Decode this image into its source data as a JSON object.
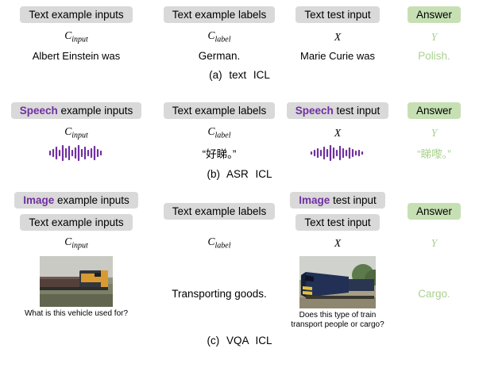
{
  "colors": {
    "box_gray": "#d9d9d9",
    "box_green": "#c6e0b4",
    "green_text": "#a9d18e",
    "purple": "#7030a0"
  },
  "symbols": {
    "c": "C",
    "input_sub": "input",
    "label_sub": "label",
    "x": "X",
    "y": "Y"
  },
  "panel_a": {
    "headers": [
      "Text example inputs",
      "Text example labels",
      "Text test input",
      "Answer"
    ],
    "example_input": "Albert Einstein was",
    "example_label": "German.",
    "test_input": "Marie Curie was",
    "answer": "Polish.",
    "caption": "(a) text ICL"
  },
  "panel_b": {
    "headers": [
      {
        "highlight": "Speech",
        "rest": " example inputs"
      },
      {
        "highlight": "",
        "rest": "Text example labels"
      },
      {
        "highlight": "Speech",
        "rest": " test input"
      },
      {
        "highlight": "",
        "rest": "Answer"
      }
    ],
    "example_label": "“好睇。”",
    "answer": "“睇嚟。”",
    "caption": "(b) ASR ICL"
  },
  "panel_c": {
    "col1_headers": [
      {
        "highlight": "Image",
        "rest": " example inputs"
      },
      {
        "highlight": "",
        "rest": "Text example inputs"
      }
    ],
    "col2_header": "Text example labels",
    "col3_headers": [
      {
        "highlight": "Image",
        "rest": " test input"
      },
      {
        "highlight": "",
        "rest": "Text test input"
      }
    ],
    "col4_header": "Answer",
    "example_label": "Transporting goods.",
    "answer": "Cargo.",
    "example_question": "What is this vehicle used for?",
    "test_question": "Does this type of train transport people or cargo?",
    "caption": "(c) VQA ICL"
  }
}
